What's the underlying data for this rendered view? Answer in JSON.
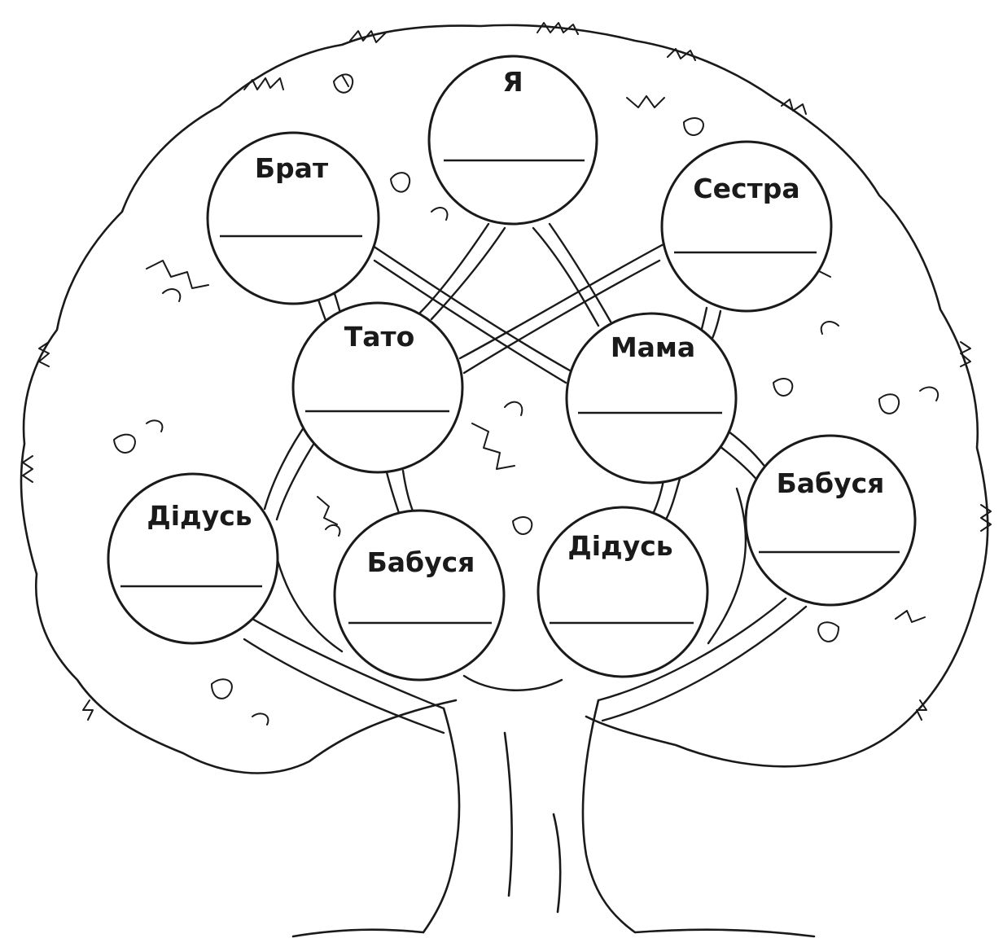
{
  "diagram": {
    "nodes": [
      {
        "id": "me",
        "label": "Я"
      },
      {
        "id": "brother",
        "label": "Брат"
      },
      {
        "id": "sister",
        "label": "Сестра"
      },
      {
        "id": "father",
        "label": "Тато"
      },
      {
        "id": "mother",
        "label": "Мама"
      },
      {
        "id": "paternal-grandfather",
        "label": "Дідусь"
      },
      {
        "id": "paternal-grandmother",
        "label": "Бабуся"
      },
      {
        "id": "maternal-grandfather",
        "label": "Дідусь"
      },
      {
        "id": "maternal-grandmother",
        "label": "Бабуся"
      }
    ],
    "edges": [
      {
        "from": "me",
        "to": "father"
      },
      {
        "from": "me",
        "to": "mother"
      },
      {
        "from": "brother",
        "to": "father"
      },
      {
        "from": "brother",
        "to": "mother"
      },
      {
        "from": "sister",
        "to": "father"
      },
      {
        "from": "sister",
        "to": "mother"
      },
      {
        "from": "father",
        "to": "paternal-grandfather"
      },
      {
        "from": "father",
        "to": "paternal-grandmother"
      },
      {
        "from": "mother",
        "to": "maternal-grandfather"
      },
      {
        "from": "mother",
        "to": "maternal-grandmother"
      }
    ]
  }
}
